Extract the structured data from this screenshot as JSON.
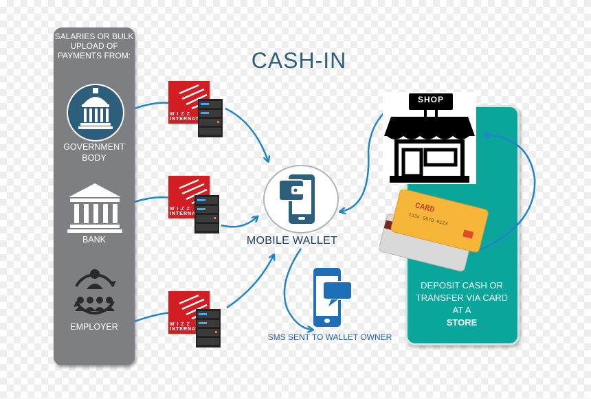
{
  "title": "CASH-IN",
  "left_panel": {
    "heading": "SALARIES OR BULK UPLOAD OF PAYMENTS FROM:",
    "sources": [
      {
        "label_line1": "GOVERNMENT",
        "label_line2": "BODY",
        "icon": "government-building-icon"
      },
      {
        "label_line1": "BANK",
        "label_line2": "",
        "icon": "bank-icon"
      },
      {
        "label_line1": "EMPLOYER",
        "label_line2": "",
        "icon": "employer-group-icon"
      }
    ]
  },
  "gateway": {
    "logo_text_line1": "W I Z Z",
    "logo_text_line2": "INTERNATIO"
  },
  "center": {
    "wallet_label": "MOBILE WALLET",
    "sms_label": "SMS SENT TO WALLET OWNER"
  },
  "store_panel": {
    "shop_sign": "SHOP",
    "card_text": "CARD",
    "card_number": "1234 5678 9123",
    "text_line1": "DEPOSIT CASH OR",
    "text_line2": "TRANSFER VIA CARD",
    "text_line3": "AT A",
    "text_line4": "STORE"
  },
  "colors": {
    "panel_gray": "#7d7f82",
    "teal": "#0aa69c",
    "arrow_blue": "#1f84c8",
    "title": "#2d5f7c",
    "wizz_red": "#d21e22",
    "icon_navy": "#2d5f7c"
  }
}
